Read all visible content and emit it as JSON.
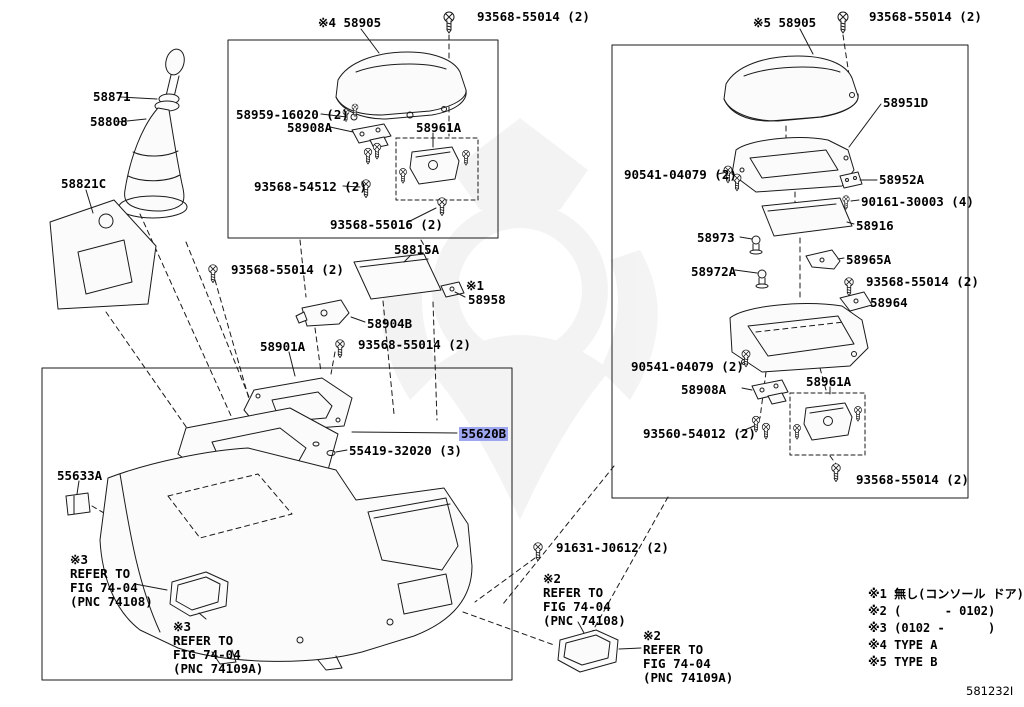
{
  "colors": {
    "highlight": "#9ea6ef",
    "line": "#1a1a1a",
    "background": "#ffffff"
  },
  "labels": {
    "top_58905_a": "※4 58905",
    "top_screw_a": "93568-55014 (2)",
    "top_58905_b": "※5 58905",
    "top_screw_b": "93568-55014 (2)",
    "p58871": "58871",
    "p58808": "58808",
    "p58821c": "58821C",
    "p58959": "58959-16020 (2)",
    "p58908a_l": "58908A",
    "p58961a_l": "58961A",
    "p93568_54512": "93568-54512 (2)",
    "p93568_55016": "93568-55016 (2)",
    "p58815a": "58815A",
    "p93568_55014_c": "93568-55014 (2)",
    "p58958_mark": "※1",
    "p58958": "58958",
    "p58904b": "58904B",
    "p58901a": "58901A",
    "p93568_55014_d": "93568-55014 (2)",
    "p55620b": "55620B",
    "p55419": "55419-32020 (3)",
    "p55633a": "55633A",
    "refer3_a": "※3\nREFER TO\nFIG 74-04\n(PNC 74108)",
    "refer3_b": "※3\nREFER TO\nFIG 74-04\n(PNC 74109A)",
    "p91631": "91631-J0612 (2)",
    "refer2_a": "※2\nREFER TO\nFIG 74-04\n(PNC 74108)",
    "refer2_b": "※2\nREFER TO\nFIG 74-04\n(PNC 74109A)",
    "p58951d": "58951D",
    "p90541_a": "90541-04079 (2)",
    "p58952a": "58952A",
    "p90161": "90161-30003 (4)",
    "p58916": "58916",
    "p58973": "58973",
    "p58965a": "58965A",
    "p58972a": "58972A",
    "p93568_55014_e": "93568-55014 (2)",
    "p58964": "58964",
    "p90541_b": "90541-04079 (2)",
    "p58908a_r": "58908A",
    "p58961a_r": "58961A",
    "p93560": "93560-54012 (2)",
    "p93568_55014_f": "93568-55014 (2)"
  },
  "notes": {
    "n1": "※1 無し(コンソール ドア)",
    "n2": "※2 (      - 0102)",
    "n3": "※3 (0102 -      )",
    "n4": "※4 TYPE A",
    "n5": "※5 TYPE B"
  },
  "footer": {
    "code": "581232I"
  }
}
